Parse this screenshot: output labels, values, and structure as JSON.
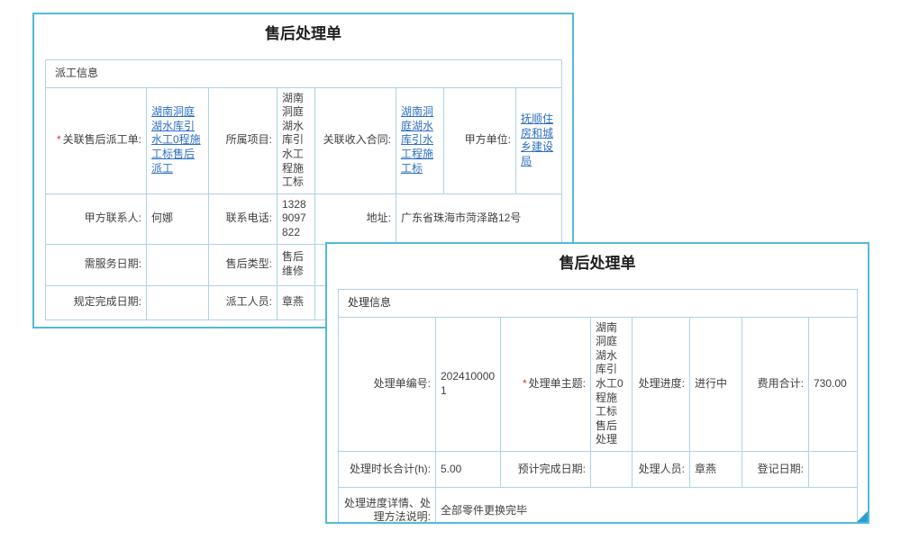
{
  "marks": {
    "required": "*"
  },
  "colors": {
    "panel_border": "#4fbcd9",
    "table_border": "#aed3e4",
    "link": "#2e6fc2",
    "required": "#e03333",
    "text": "#404040",
    "title": "#1f1f1f",
    "corner": "#2a9fd0"
  },
  "dispatch": {
    "title": "售后处理单",
    "section": "派工信息",
    "labels": {
      "related_dispatch": "关联售后派工单:",
      "project": "所属项目:",
      "income_contract": "关联收入合同:",
      "party_a_unit": "甲方单位:",
      "party_a_contact": "甲方联系人:",
      "phone": "联系电话:",
      "address": "地址:",
      "service_date": "需服务日期:",
      "aftersales_type": "售后类型:",
      "deadline": "规定完成日期:",
      "dispatcher": "派工人员:"
    },
    "values": {
      "related_dispatch": "湖南洞庭湖水库引水工0程施工标售后派工",
      "project": "湖南洞庭湖水库引水工程施工标",
      "income_contract": "湖南洞庭湖水库引水工程施工标",
      "party_a_unit": "抚顺住房和城乡建设局",
      "party_a_contact": "何娜",
      "phone": "13289097822",
      "address": "广东省珠海市菏泽路12号",
      "service_date": "",
      "aftersales_type": "售后维修",
      "deadline": "",
      "dispatcher": "章燕"
    }
  },
  "process": {
    "title": "售后处理单",
    "section": "处理信息",
    "labels": {
      "process_no": "处理单编号:",
      "process_subject": "处理单主题:",
      "progress": "处理进度:",
      "total_cost": "费用合计:",
      "total_hours": "处理时长合计(h):",
      "expected_date": "预计完成日期:",
      "processor": "处理人员:",
      "register_date": "登记日期:",
      "progress_detail": "处理进度详情、处理方法说明:"
    },
    "values": {
      "process_no": "2024100001",
      "process_subject": "湖南洞庭湖水库引水工0程施工标售后处理",
      "progress": "进行中",
      "total_cost": "730.00",
      "total_hours": "5.00",
      "expected_date": "",
      "processor": "章燕",
      "register_date": "",
      "progress_detail": "全部零件更换完毕"
    }
  }
}
